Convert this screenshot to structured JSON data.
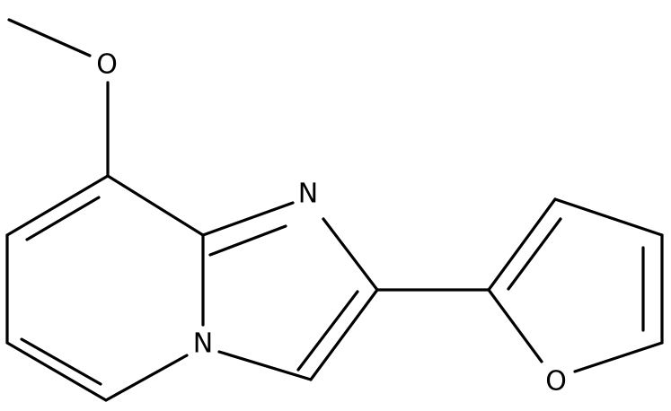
{
  "molecule": {
    "atom_labels": {
      "methoxy_oxygen": "O",
      "imine_nitrogen": "N",
      "bridgehead_nitrogen": "N",
      "furan_oxygen": "O"
    },
    "colors": {
      "bond": "#000000",
      "label": "#000000",
      "background": "#ffffff"
    }
  }
}
